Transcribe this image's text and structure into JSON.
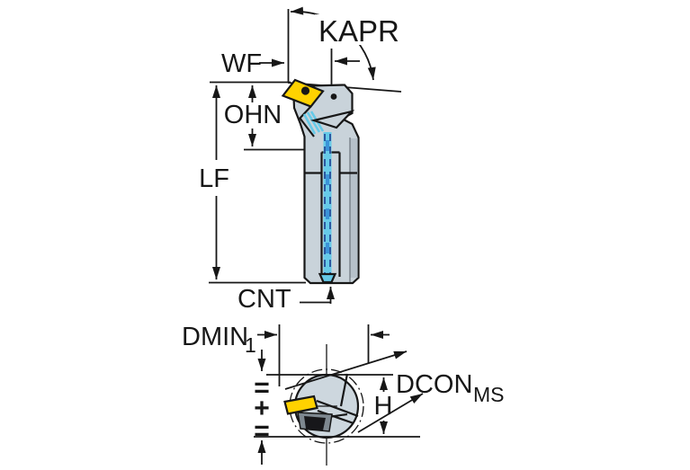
{
  "drawing": {
    "side_view": {
      "kapr_label": "KAPR",
      "wf_label": "WF",
      "ohn_label": "OHN",
      "lf_label": "LF",
      "cnt_label": "CNT"
    },
    "end_view": {
      "dmin_label": "DMIN",
      "dmin_subscript": "1",
      "dcon_label": "DCON",
      "dcon_subscript": "MS",
      "h_label": "H",
      "equal_mark_top": "=",
      "center_mark": "+",
      "equal_mark_bottom": "="
    }
  },
  "colors": {
    "outline": "#171717",
    "body": "#c9d3da",
    "body_shade": "#b6c1ca",
    "section_fill": "#cdd7de",
    "insert": "#ffd200",
    "coolant": "#66cae8",
    "coolant_dash": "#1d3d8f",
    "coolant_core": "#3b93d8",
    "clamp_dark": "#17171a",
    "clamp_gray": "#7e8890"
  }
}
